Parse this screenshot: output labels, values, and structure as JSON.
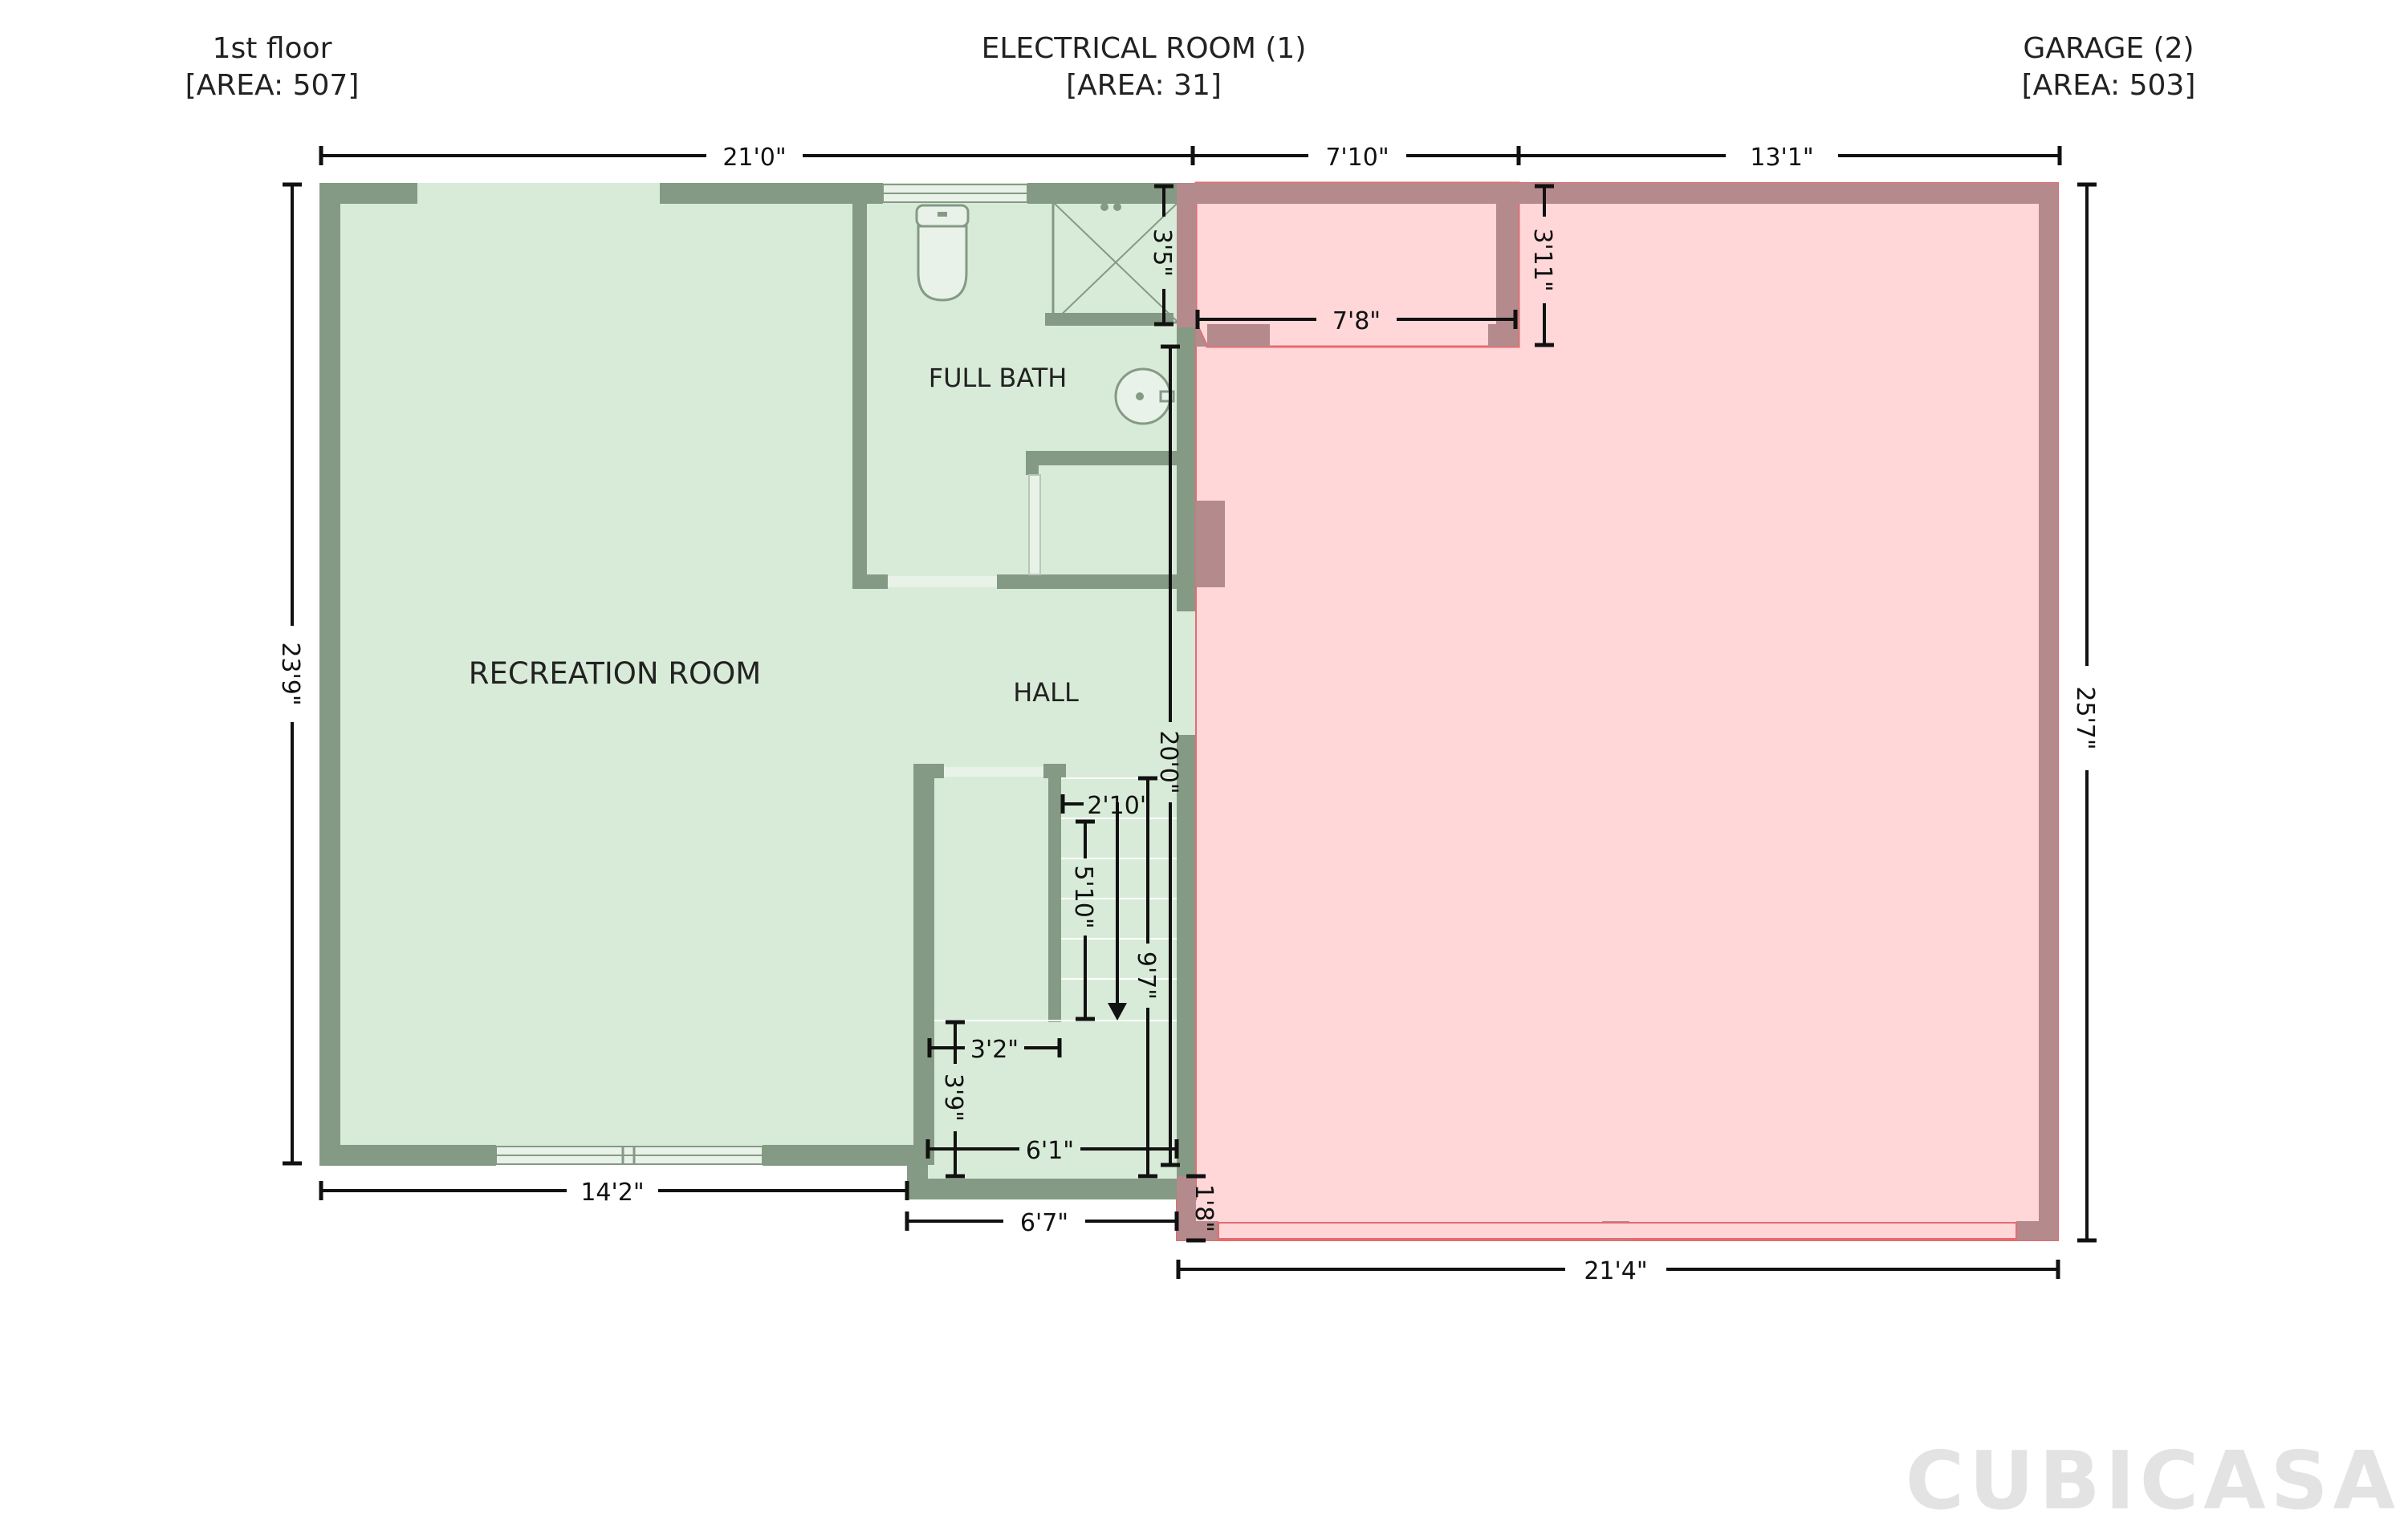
{
  "headers": {
    "first_floor": {
      "name": "1st floor",
      "area": "[AREA: 507]"
    },
    "electrical": {
      "name": "ELECTRICAL ROOM (1)",
      "area": "[AREA: 31]"
    },
    "garage": {
      "name": "GARAGE (2)",
      "area": "[AREA: 503]"
    }
  },
  "rooms": {
    "recreation": "RECREATION ROOM",
    "hall": "HALL",
    "full_bath": "FULL BATH"
  },
  "dimensions": {
    "top_left": "21'0\"",
    "top_mid": "7'10\"",
    "top_right": "13'1\"",
    "left": "23'9\"",
    "right": "25'7\"",
    "bottom_left": "14'2\"",
    "bottom_mid": "6'7\"",
    "bottom_right": "21'4\"",
    "small_18": "1'8\"",
    "bath_35": "3'5\"",
    "elec_78": "7'8\"",
    "elec_311": "3'11\"",
    "hall_200": "20'0\"",
    "stair_210": "2'10\"",
    "stair_510": "5'10\"",
    "stair_97": "9'7\"",
    "landing_32": "3'2\"",
    "landing_39": "3'9\"",
    "landing_61": "6'1\""
  },
  "colors": {
    "interior_fill": "#d8ebd8",
    "interior_wall": "#859a84",
    "garage_fill": "#ffd7d9",
    "garage_wall": "#b48a8c",
    "garage_outline": "#e66b6f"
  },
  "logo": "CUBICASA"
}
